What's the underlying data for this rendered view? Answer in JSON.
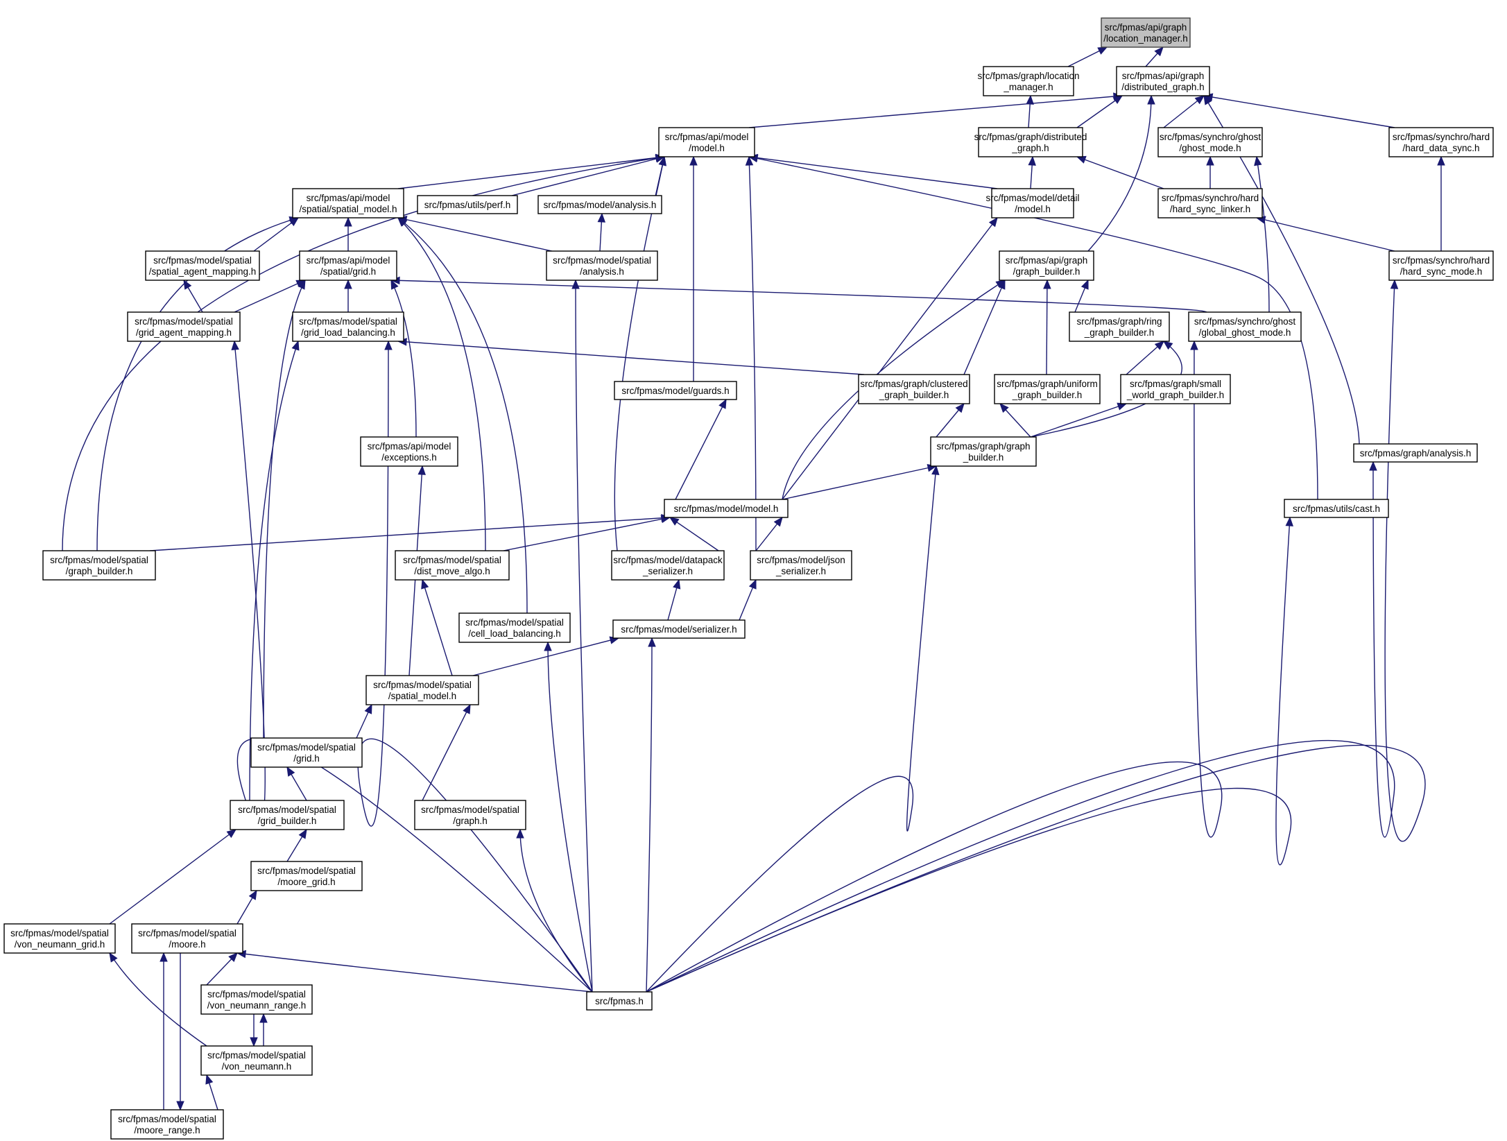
{
  "nodes": [
    {
      "id": "api_location_manager",
      "lines": [
        "src/fpmas/api/graph",
        "/location_manager.h"
      ],
      "root": true
    },
    {
      "id": "graph_location_manager",
      "lines": [
        "src/fpmas/graph/location",
        "_manager.h"
      ]
    },
    {
      "id": "api_distributed_graph",
      "lines": [
        "src/fpmas/api/graph",
        "/distributed_graph.h"
      ]
    },
    {
      "id": "api_model",
      "lines": [
        "src/fpmas/api/model",
        "/model.h"
      ]
    },
    {
      "id": "graph_distributed_graph",
      "lines": [
        "src/fpmas/graph/distributed",
        "_graph.h"
      ]
    },
    {
      "id": "ghost_mode",
      "lines": [
        "src/fpmas/synchro/ghost",
        "/ghost_mode.h"
      ]
    },
    {
      "id": "hard_data_sync",
      "lines": [
        "src/fpmas/synchro/hard",
        "/hard_data_sync.h"
      ]
    },
    {
      "id": "api_spatial_model",
      "lines": [
        "src/fpmas/api/model",
        "/spatial/spatial_model.h"
      ]
    },
    {
      "id": "utils_perf",
      "lines": [
        "src/fpmas/utils/perf.h"
      ]
    },
    {
      "id": "model_analysis",
      "lines": [
        "src/fpmas/model/analysis.h"
      ]
    },
    {
      "id": "model_detail_model",
      "lines": [
        "src/fpmas/model/detail",
        "/model.h"
      ]
    },
    {
      "id": "hard_sync_linker",
      "lines": [
        "src/fpmas/synchro/hard",
        "/hard_sync_linker.h"
      ]
    },
    {
      "id": "spatial_agent_mapping",
      "lines": [
        "src/fpmas/model/spatial",
        "/spatial_agent_mapping.h"
      ]
    },
    {
      "id": "api_grid",
      "lines": [
        "src/fpmas/api/model",
        "/spatial/grid.h"
      ]
    },
    {
      "id": "spatial_analysis",
      "lines": [
        "src/fpmas/model/spatial",
        "/analysis.h"
      ]
    },
    {
      "id": "api_graph_builder",
      "lines": [
        "src/fpmas/api/graph",
        "/graph_builder.h"
      ]
    },
    {
      "id": "hard_sync_mode",
      "lines": [
        "src/fpmas/synchro/hard",
        "/hard_sync_mode.h"
      ]
    },
    {
      "id": "grid_agent_mapping",
      "lines": [
        "src/fpmas/model/spatial",
        "/grid_agent_mapping.h"
      ]
    },
    {
      "id": "grid_load_balancing",
      "lines": [
        "src/fpmas/model/spatial",
        "/grid_load_balancing.h"
      ]
    },
    {
      "id": "ring_graph_builder",
      "lines": [
        "src/fpmas/graph/ring",
        "_graph_builder.h"
      ]
    },
    {
      "id": "global_ghost_mode",
      "lines": [
        "src/fpmas/synchro/ghost",
        "/global_ghost_mode.h"
      ]
    },
    {
      "id": "model_guards",
      "lines": [
        "src/fpmas/model/guards.h"
      ]
    },
    {
      "id": "clustered_graph_builder",
      "lines": [
        "src/fpmas/graph/clustered",
        "_graph_builder.h"
      ]
    },
    {
      "id": "uniform_graph_builder",
      "lines": [
        "src/fpmas/graph/uniform",
        "_graph_builder.h"
      ]
    },
    {
      "id": "small_world_graph_builder",
      "lines": [
        "src/fpmas/graph/small",
        "_world_graph_builder.h"
      ]
    },
    {
      "id": "api_exceptions",
      "lines": [
        "src/fpmas/api/model",
        "/exceptions.h"
      ]
    },
    {
      "id": "graph_graph_builder",
      "lines": [
        "src/fpmas/graph/graph",
        "_builder.h"
      ]
    },
    {
      "id": "graph_analysis",
      "lines": [
        "src/fpmas/graph/analysis.h"
      ]
    },
    {
      "id": "model_model",
      "lines": [
        "src/fpmas/model/model.h"
      ]
    },
    {
      "id": "utils_cast",
      "lines": [
        "src/fpmas/utils/cast.h"
      ]
    },
    {
      "id": "spatial_graph_builder",
      "lines": [
        "src/fpmas/model/spatial",
        "/graph_builder.h"
      ]
    },
    {
      "id": "dist_move_algo",
      "lines": [
        "src/fpmas/model/spatial",
        "/dist_move_algo.h"
      ]
    },
    {
      "id": "datapack_serializer",
      "lines": [
        "src/fpmas/model/datapack",
        "_serializer.h"
      ]
    },
    {
      "id": "json_serializer",
      "lines": [
        "src/fpmas/model/json",
        "_serializer.h"
      ]
    },
    {
      "id": "cell_load_balancing",
      "lines": [
        "src/fpmas/model/spatial",
        "/cell_load_balancing.h"
      ]
    },
    {
      "id": "model_serializer",
      "lines": [
        "src/fpmas/model/serializer.h"
      ]
    },
    {
      "id": "spatial_spatial_model",
      "lines": [
        "src/fpmas/model/spatial",
        "/spatial_model.h"
      ]
    },
    {
      "id": "spatial_grid",
      "lines": [
        "src/fpmas/model/spatial",
        "/grid.h"
      ]
    },
    {
      "id": "grid_builder",
      "lines": [
        "src/fpmas/model/spatial",
        "/grid_builder.h"
      ]
    },
    {
      "id": "spatial_graph",
      "lines": [
        "src/fpmas/model/spatial",
        "/graph.h"
      ]
    },
    {
      "id": "moore_grid",
      "lines": [
        "src/fpmas/model/spatial",
        "/moore_grid.h"
      ]
    },
    {
      "id": "von_neumann_grid",
      "lines": [
        "src/fpmas/model/spatial",
        "/von_neumann_grid.h"
      ]
    },
    {
      "id": "moore",
      "lines": [
        "src/fpmas/model/spatial",
        "/moore.h"
      ]
    },
    {
      "id": "von_neumann_range",
      "lines": [
        "src/fpmas/model/spatial",
        "/von_neumann_range.h"
      ]
    },
    {
      "id": "fpmas",
      "lines": [
        "src/fpmas.h"
      ]
    },
    {
      "id": "von_neumann",
      "lines": [
        "src/fpmas/model/spatial",
        "/von_neumann.h"
      ]
    },
    {
      "id": "moore_range",
      "lines": [
        "src/fpmas/model/spatial",
        "/moore_range.h"
      ]
    }
  ],
  "edges": [
    [
      "graph_location_manager",
      "api_location_manager"
    ],
    [
      "api_distributed_graph",
      "api_location_manager"
    ],
    [
      "graph_distributed_graph",
      "graph_location_manager"
    ],
    [
      "api_model",
      "api_distributed_graph"
    ],
    [
      "graph_distributed_graph",
      "api_distributed_graph"
    ],
    [
      "ghost_mode",
      "api_distributed_graph"
    ],
    [
      "hard_data_sync",
      "api_distributed_graph"
    ],
    [
      "api_graph_builder",
      "api_distributed_graph"
    ],
    [
      "graph_analysis",
      "api_distributed_graph"
    ],
    [
      "api_spatial_model",
      "api_model"
    ],
    [
      "utils_perf",
      "api_model"
    ],
    [
      "model_analysis",
      "api_model"
    ],
    [
      "model_detail_model",
      "api_model"
    ],
    [
      "spatial_graph_builder",
      "api_model"
    ],
    [
      "model_guards",
      "api_model"
    ],
    [
      "datapack_serializer",
      "api_model"
    ],
    [
      "json_serializer",
      "api_model"
    ],
    [
      "utils_cast",
      "api_model"
    ],
    [
      "model_detail_model",
      "graph_distributed_graph"
    ],
    [
      "hard_sync_linker",
      "graph_distributed_graph"
    ],
    [
      "hard_sync_linker",
      "ghost_mode"
    ],
    [
      "global_ghost_mode",
      "ghost_mode"
    ],
    [
      "hard_sync_mode",
      "hard_data_sync"
    ],
    [
      "spatial_agent_mapping",
      "api_spatial_model"
    ],
    [
      "api_grid",
      "api_spatial_model"
    ],
    [
      "spatial_analysis",
      "api_spatial_model"
    ],
    [
      "spatial_graph_builder",
      "api_spatial_model"
    ],
    [
      "dist_move_algo",
      "api_spatial_model"
    ],
    [
      "cell_load_balancing",
      "api_spatial_model"
    ],
    [
      "spatial_analysis",
      "model_analysis"
    ],
    [
      "model_model",
      "model_detail_model"
    ],
    [
      "hard_sync_mode",
      "hard_sync_linker"
    ],
    [
      "grid_agent_mapping",
      "spatial_agent_mapping"
    ],
    [
      "grid_agent_mapping",
      "api_grid"
    ],
    [
      "grid_load_balancing",
      "api_grid"
    ],
    [
      "api_exceptions",
      "api_grid"
    ],
    [
      "spatial_grid",
      "api_grid"
    ],
    [
      "global_ghost_mode",
      "api_grid"
    ],
    [
      "fpmas",
      "spatial_analysis"
    ],
    [
      "ring_graph_builder",
      "api_graph_builder"
    ],
    [
      "clustered_graph_builder",
      "api_graph_builder"
    ],
    [
      "uniform_graph_builder",
      "api_graph_builder"
    ],
    [
      "model_model",
      "api_graph_builder"
    ],
    [
      "fpmas",
      "hard_sync_mode"
    ],
    [
      "fpmas",
      "grid_agent_mapping"
    ],
    [
      "clustered_graph_builder",
      "grid_load_balancing"
    ],
    [
      "fpmas",
      "grid_load_balancing"
    ],
    [
      "grid_builder",
      "grid_load_balancing"
    ],
    [
      "small_world_graph_builder",
      "ring_graph_builder"
    ],
    [
      "graph_graph_builder",
      "ring_graph_builder"
    ],
    [
      "fpmas",
      "global_ghost_mode"
    ],
    [
      "model_model",
      "model_guards"
    ],
    [
      "graph_graph_builder",
      "clustered_graph_builder"
    ],
    [
      "graph_graph_builder",
      "uniform_graph_builder"
    ],
    [
      "graph_graph_builder",
      "small_world_graph_builder"
    ],
    [
      "spatial_spatial_model",
      "api_exceptions"
    ],
    [
      "model_model",
      "graph_graph_builder"
    ],
    [
      "fpmas",
      "graph_graph_builder"
    ],
    [
      "fpmas",
      "graph_analysis"
    ],
    [
      "spatial_graph_builder",
      "model_model"
    ],
    [
      "dist_move_algo",
      "model_model"
    ],
    [
      "datapack_serializer",
      "model_model"
    ],
    [
      "json_serializer",
      "model_model"
    ],
    [
      "fpmas",
      "utils_cast"
    ],
    [
      "spatial_spatial_model",
      "dist_move_algo"
    ],
    [
      "model_serializer",
      "datapack_serializer"
    ],
    [
      "model_serializer",
      "json_serializer"
    ],
    [
      "fpmas",
      "cell_load_balancing"
    ],
    [
      "spatial_spatial_model",
      "model_serializer"
    ],
    [
      "fpmas",
      "model_serializer"
    ],
    [
      "spatial_grid",
      "spatial_spatial_model"
    ],
    [
      "spatial_graph",
      "spatial_spatial_model"
    ],
    [
      "grid_builder",
      "spatial_grid"
    ],
    [
      "fpmas",
      "spatial_graph"
    ],
    [
      "moore_grid",
      "grid_builder"
    ],
    [
      "von_neumann_grid",
      "grid_builder"
    ],
    [
      "moore",
      "moore_grid"
    ],
    [
      "von_neumann",
      "von_neumann_grid"
    ],
    [
      "von_neumann_range",
      "moore"
    ],
    [
      "fpmas",
      "moore"
    ],
    [
      "moore_range",
      "moore"
    ],
    [
      "von_neumann",
      "von_neumann_range"
    ],
    [
      "von_neumann_range",
      "von_neumann"
    ],
    [
      "moore",
      "moore_range"
    ],
    [
      "moore_range",
      "von_neumann"
    ]
  ]
}
